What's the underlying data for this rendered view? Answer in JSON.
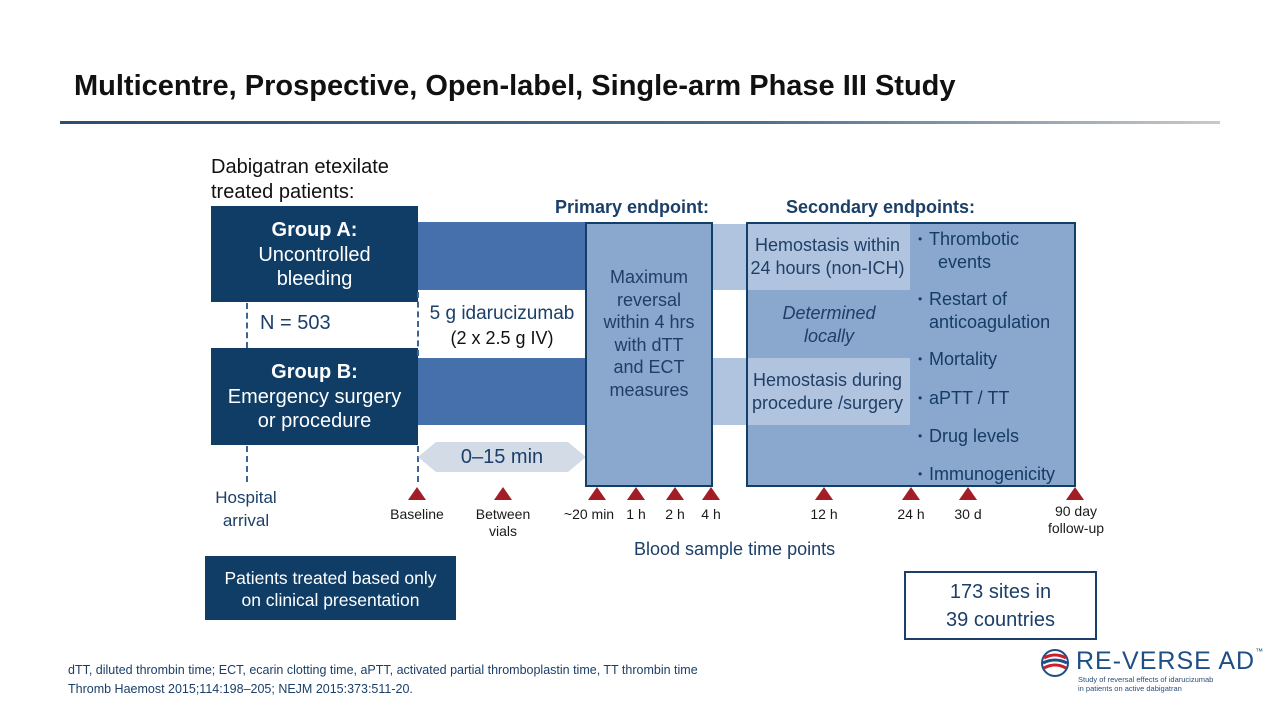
{
  "title": "Multicentre, Prospective, Open-label, Single-arm Phase III Study",
  "intro": {
    "line1": "Dabigatran etexilate",
    "line2": "treated patients:"
  },
  "group_a": {
    "title": "Group A:",
    "line1": "Uncontrolled",
    "line2": "bleeding"
  },
  "group_b": {
    "title": "Group B:",
    "line1": "Emergency surgery",
    "line2": "or procedure"
  },
  "n_label": "N = 503",
  "dose": {
    "line1": "5 g idarucizumab",
    "line2": "(2 x 2.5 g IV)"
  },
  "interval_label": "0–15 min",
  "primary": {
    "header": "Primary endpoint:",
    "lines": [
      "Maximum",
      "reversal",
      "within 4 hrs",
      "with dTT",
      "and ECT",
      "measures"
    ]
  },
  "secondary": {
    "header": "Secondary endpoints:",
    "hemostasis_a": {
      "line1": "Hemostasis within",
      "line2": "24 hours (non-ICH)"
    },
    "determined": {
      "line1": "Determined",
      "line2": "locally"
    },
    "hemostasis_b": {
      "line1": "Hemostasis during",
      "line2": "procedure /surgery"
    },
    "bullets": [
      {
        "line1": "Thrombotic",
        "line2": "events"
      },
      {
        "line1": "Restart of",
        "line2": "anticoagulation"
      },
      {
        "line1": "Mortality",
        "line2": ""
      },
      {
        "line1": "aPTT / TT",
        "line2": ""
      },
      {
        "line1": "Drug levels",
        "line2": ""
      },
      {
        "line1": "Immunogenicity",
        "line2": ""
      }
    ]
  },
  "hospital": {
    "line1": "Hospital",
    "line2": "arrival"
  },
  "timepoints": [
    {
      "line1": "Baseline",
      "line2": ""
    },
    {
      "line1": "Between",
      "line2": "vials"
    },
    {
      "line1": "~20 min",
      "line2": ""
    },
    {
      "line1": "1 h",
      "line2": ""
    },
    {
      "line1": "2 h",
      "line2": ""
    },
    {
      "line1": "4 h",
      "line2": ""
    },
    {
      "line1": "12 h",
      "line2": ""
    },
    {
      "line1": "24 h",
      "line2": ""
    },
    {
      "line1": "30 d",
      "line2": ""
    },
    {
      "line1": "90 day",
      "line2": "follow-up"
    }
  ],
  "blood_sample_label": "Blood sample time points",
  "patients_box": {
    "line1": "Patients treated based only",
    "line2": "on clinical presentation"
  },
  "sites_box": {
    "line1": "173 sites in",
    "line2": "39 countries"
  },
  "footnotes": {
    "line1": "dTT, diluted thrombin time; ECT, ecarin clotting time, aPTT, activated partial thromboplastin time, TT thrombin time",
    "line2": "Thromb Haemost 2015;114:198–205; NEJM 2015:373:511-20."
  },
  "logo": {
    "name": "RE-VERSE AD",
    "tm": "™",
    "tagline1": "Study of reversal effects of idarucizumab",
    "tagline2": "in patients on active dabigatran"
  },
  "colors": {
    "navy": "#0f3d66",
    "band_blue": "#4570ab",
    "light_blue": "#b0c4df",
    "mid_blue": "#8aa7cd",
    "marker_red": "#a31d27"
  }
}
